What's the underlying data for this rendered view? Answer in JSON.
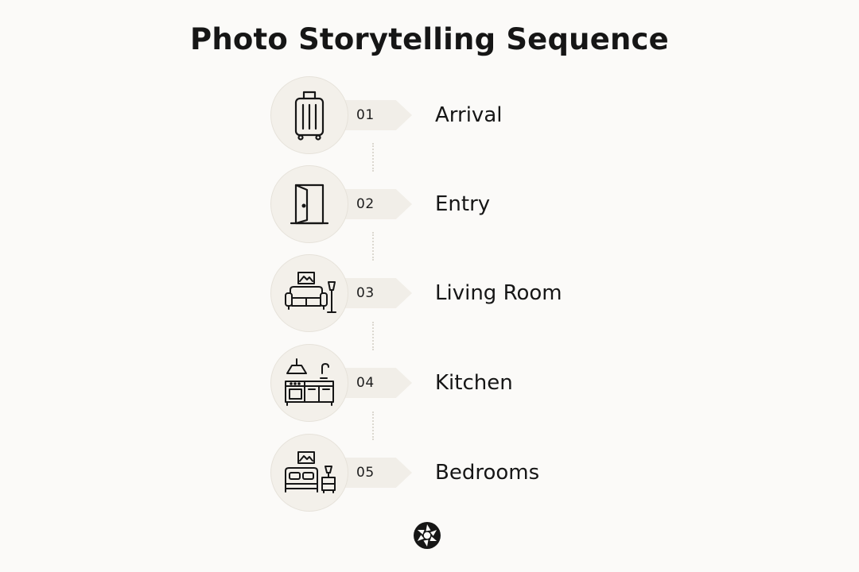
{
  "title": "Photo Storytelling Sequence",
  "steps": [
    {
      "number": "01",
      "label": "Arrival",
      "icon": "suitcase-icon"
    },
    {
      "number": "02",
      "label": "Entry",
      "icon": "door-icon"
    },
    {
      "number": "03",
      "label": "Living Room",
      "icon": "sofa-icon"
    },
    {
      "number": "04",
      "label": "Kitchen",
      "icon": "kitchen-icon"
    },
    {
      "number": "05",
      "label": "Bedrooms",
      "icon": "bed-icon"
    }
  ],
  "colors": {
    "background": "#fbfaf8",
    "circle": "#f3f0ea",
    "tag": "#f1eee8",
    "text": "#161616",
    "connector": "#dcd8d0"
  },
  "logo": "aperture-icon"
}
